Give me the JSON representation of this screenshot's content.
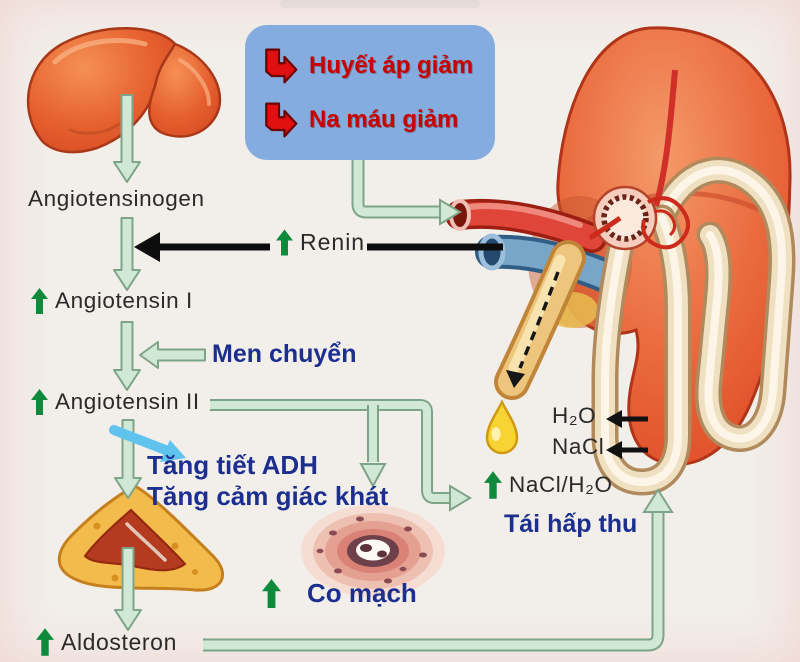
{
  "info_box": {
    "lines": [
      "Huyết áp giảm",
      "Na máu giảm"
    ],
    "bg_color": "#84acdf",
    "text_color": "#c80000"
  },
  "pathway": {
    "angiotensinogen": "Angiotensinogen",
    "renin": "Renin",
    "angiotensin_i": "Angiotensin I",
    "converting_enzyme": "Men chuyển",
    "angiotensin_ii": "Angiotensin II",
    "aldosteron": "Aldosteron"
  },
  "effects": {
    "adh_line1": "Tăng tiết ADH",
    "adh_line2": "Tăng cảm giác khát",
    "vasoconstriction": "Co mạch",
    "h2o": "H₂O",
    "nacl": "NaCl",
    "nacl_h2o": "NaCl/H₂O",
    "reabsorption": "Tái hấp thu"
  },
  "icons": {
    "decrease_arrow": "red-elbow-down-right-arrow",
    "increase_arrow": "green-up-arrow"
  },
  "colors": {
    "background": "#f2efeb",
    "accent_navy": "#1c2f8f",
    "accent_red": "#c80000",
    "increase_green": "#0f8a3d",
    "flow_arrow_fill": "#d2e8d6",
    "flow_arrow_stroke": "#7ea487",
    "organ_orange": "#e8603a",
    "vein_blue": "#5b8fb5",
    "black_arrow": "#111111"
  }
}
